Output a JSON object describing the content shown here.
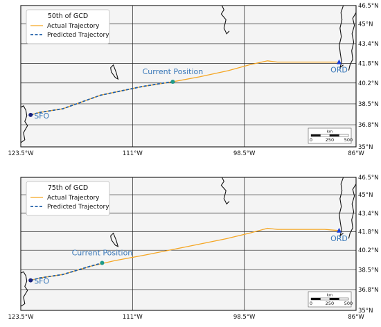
{
  "chart_data": [
    {
      "type": "line",
      "title": "50th of GCD",
      "map_extent": {
        "lon": [
          -123.5,
          -86
        ],
        "lat": [
          35,
          46.5
        ]
      },
      "x_ticks": [
        -123.5,
        -111,
        -98.5,
        -86
      ],
      "x_tick_labels": [
        "123.5°W",
        "111°W",
        "98.5°W",
        "86°W"
      ],
      "y_ticks": [
        35,
        36.8,
        38.5,
        40.2,
        41.8,
        43.4,
        45,
        46.5
      ],
      "y_tick_labels": [
        "35°N",
        "36.8°N",
        "38.5°N",
        "40.2°N",
        "41.8°N",
        "43.4°N",
        "45°N",
        "46.5°N"
      ],
      "grid": true,
      "legend": {
        "position": "top-left",
        "entries": [
          "Actual Trajectory",
          "Predicted Trajectory"
        ]
      },
      "series": [
        {
          "name": "Actual Trajectory",
          "color": "#f5a623",
          "style": "solid",
          "lon": [
            -122.4,
            -121.4,
            -118.8,
            -114.6,
            -110.0,
            -106.5,
            -103.5,
            -100.3,
            -97.8,
            -95.9,
            -94.8,
            -92.0,
            -89.5,
            -87.9
          ],
          "lat": [
            37.6,
            37.8,
            38.1,
            39.2,
            39.9,
            40.3,
            40.7,
            41.2,
            41.7,
            42.0,
            41.9,
            41.9,
            41.9,
            41.9
          ]
        },
        {
          "name": "Predicted Trajectory",
          "color": "#1f5fa8",
          "style": "dashed",
          "lon": [
            -122.4,
            -121.4,
            -118.8,
            -114.6,
            -110.0,
            -107.5,
            -106.5
          ],
          "lat": [
            37.6,
            37.8,
            38.1,
            39.2,
            39.9,
            40.2,
            40.3
          ]
        }
      ],
      "points": [
        {
          "label": "SFO",
          "lon": -122.4,
          "lat": 37.6,
          "color": "#1a237e"
        },
        {
          "label": "ORD",
          "lon": -87.9,
          "lat": 41.9,
          "color": "#1a3fd8"
        },
        {
          "label": "Current Position",
          "lon": -106.5,
          "lat": 40.3,
          "color": "#1f9a8a"
        }
      ],
      "scale_bar": {
        "unit": "km",
        "labels": [
          "0",
          "250",
          "500"
        ]
      }
    },
    {
      "type": "line",
      "title": "75th of GCD",
      "map_extent": {
        "lon": [
          -123.5,
          -86
        ],
        "lat": [
          35,
          46.5
        ]
      },
      "x_ticks": [
        -123.5,
        -111,
        -98.5,
        -86
      ],
      "x_tick_labels": [
        "123.5°W",
        "111°W",
        "98.5°W",
        "86°W"
      ],
      "y_ticks": [
        35,
        36.8,
        38.5,
        40.2,
        41.8,
        43.4,
        45,
        46.5
      ],
      "y_tick_labels": [
        "35°N",
        "36.8°N",
        "38.5°N",
        "40.2°N",
        "41.8°N",
        "43.4°N",
        "45°N",
        "46.5°N"
      ],
      "grid": true,
      "legend": {
        "position": "top-left",
        "entries": [
          "Actual Trajectory",
          "Predicted Trajectory"
        ]
      },
      "series": [
        {
          "name": "Actual Trajectory",
          "color": "#f5a623",
          "style": "solid",
          "lon": [
            -122.4,
            -121.4,
            -118.8,
            -115.8,
            -113.0,
            -109.5,
            -105.0,
            -100.5,
            -97.8,
            -95.9,
            -94.8,
            -92.0,
            -89.5,
            -87.9
          ],
          "lat": [
            37.6,
            37.8,
            38.1,
            38.8,
            39.3,
            39.8,
            40.5,
            41.2,
            41.7,
            42.1,
            42.0,
            42.0,
            42.0,
            41.9
          ]
        },
        {
          "name": "Predicted Trajectory",
          "color": "#1f5fa8",
          "style": "dashed",
          "lon": [
            -122.4,
            -121.4,
            -118.8,
            -115.8,
            -114.4
          ],
          "lat": [
            37.6,
            37.8,
            38.1,
            38.8,
            39.1
          ]
        }
      ],
      "points": [
        {
          "label": "SFO",
          "lon": -122.4,
          "lat": 37.6,
          "color": "#1a237e"
        },
        {
          "label": "ORD",
          "lon": -87.9,
          "lat": 41.9,
          "color": "#1a3fd8"
        },
        {
          "label": "Current Position",
          "lon": -114.4,
          "lat": 39.1,
          "color": "#1f9a8a"
        }
      ],
      "scale_bar": {
        "unit": "km",
        "labels": [
          "0",
          "250",
          "500"
        ]
      }
    }
  ]
}
